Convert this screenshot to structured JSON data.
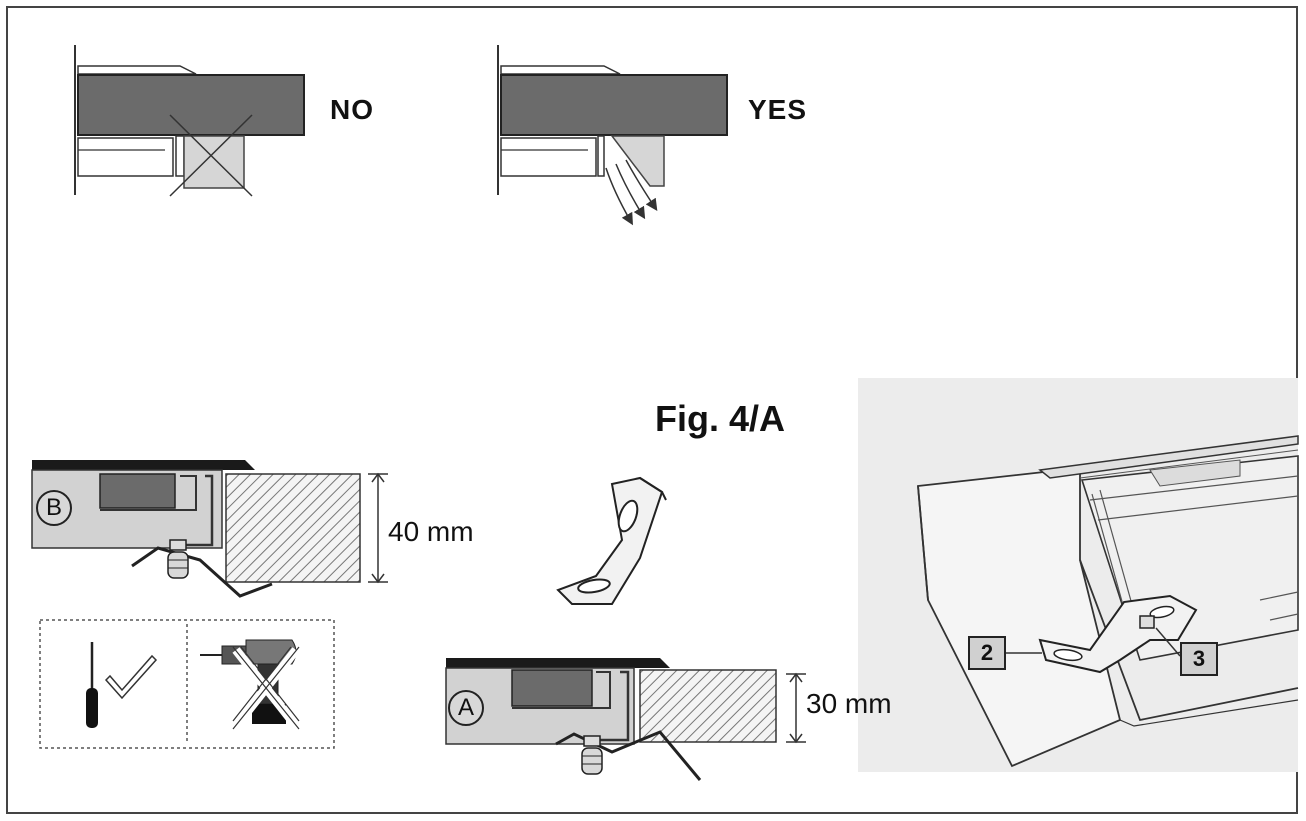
{
  "labels": {
    "no": "NO",
    "yes": "YES",
    "figure": "Fig. 4/A",
    "dim_b": "40 mm",
    "dim_a": "30 mm",
    "letter_b": "B",
    "letter_a": "A",
    "callout_2": "2",
    "callout_3": "3"
  },
  "colors": {
    "countertop": "#6b6b6b",
    "panel": "#cfcfcf",
    "light_panel": "#e2e2e2",
    "dark": "#222222",
    "photo_bg": "#ececec"
  }
}
